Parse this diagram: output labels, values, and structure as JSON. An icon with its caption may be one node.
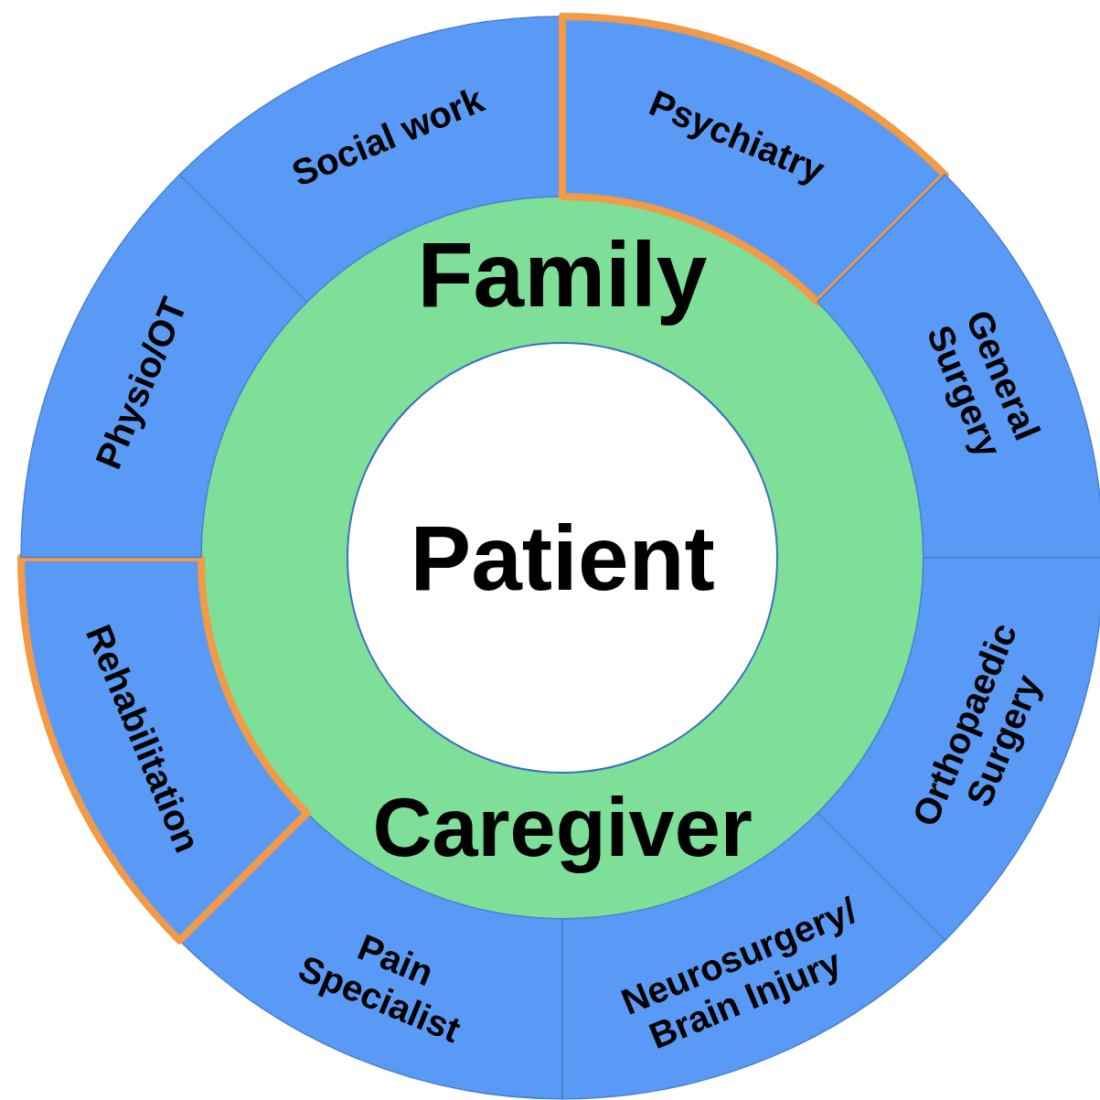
{
  "diagram": {
    "nodes": [
      {
        "text": [
          "Social work"
        ]
      },
      {
        "text": [
          "Psychiatry"
        ]
      },
      {
        "text": [
          "General Surgery"
        ]
      },
      {
        "text": [
          "Orthopaedic Surgery"
        ]
      },
      {
        "text": [
          "Neurosurgery/ Brain Injury"
        ]
      },
      {
        "text": [
          "Pain Specialist"
        ]
      },
      {
        "text": [
          "Rehabilitation"
        ]
      },
      {
        "text": [
          "Physio/OT"
        ]
      },
      {
        "text": [
          "Family",
          "Caregiver"
        ]
      },
      {
        "text": [
          "Patient"
        ],
        "in": 8
      }
    ]
  }
}
